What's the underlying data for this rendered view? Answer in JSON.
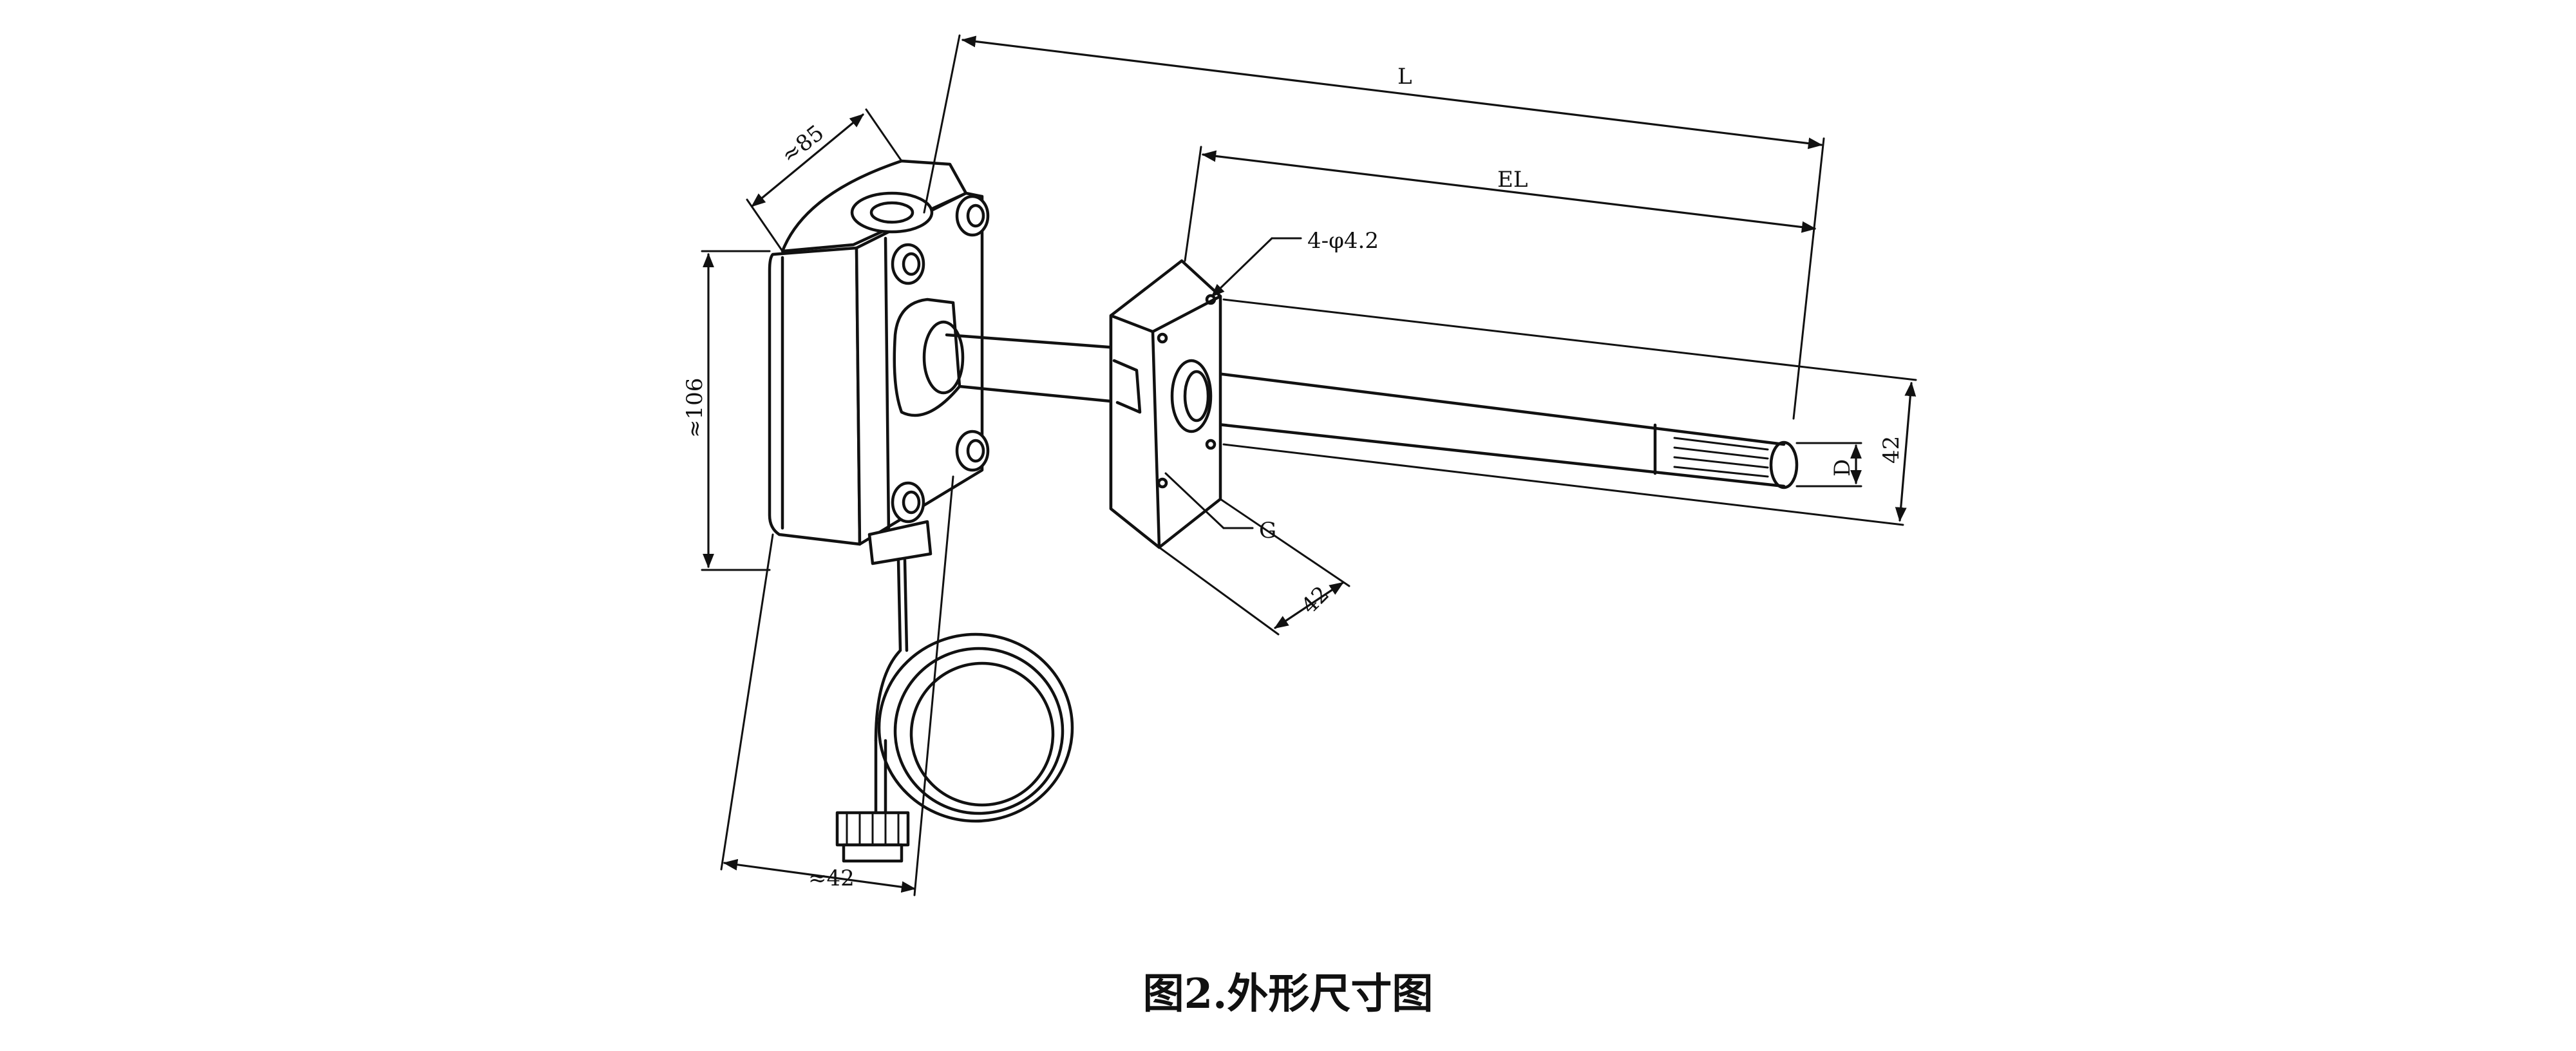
{
  "diagram": {
    "caption": "图2.外形尺寸图",
    "labels": {
      "L": "L",
      "EL": "EL",
      "holes": "4-φ4.2",
      "G": "G",
      "D": "D",
      "flange_width": "42",
      "flange_height": "42",
      "housing_depth": "≈85",
      "housing_height": "≈106",
      "housing_width": "≈42"
    }
  }
}
